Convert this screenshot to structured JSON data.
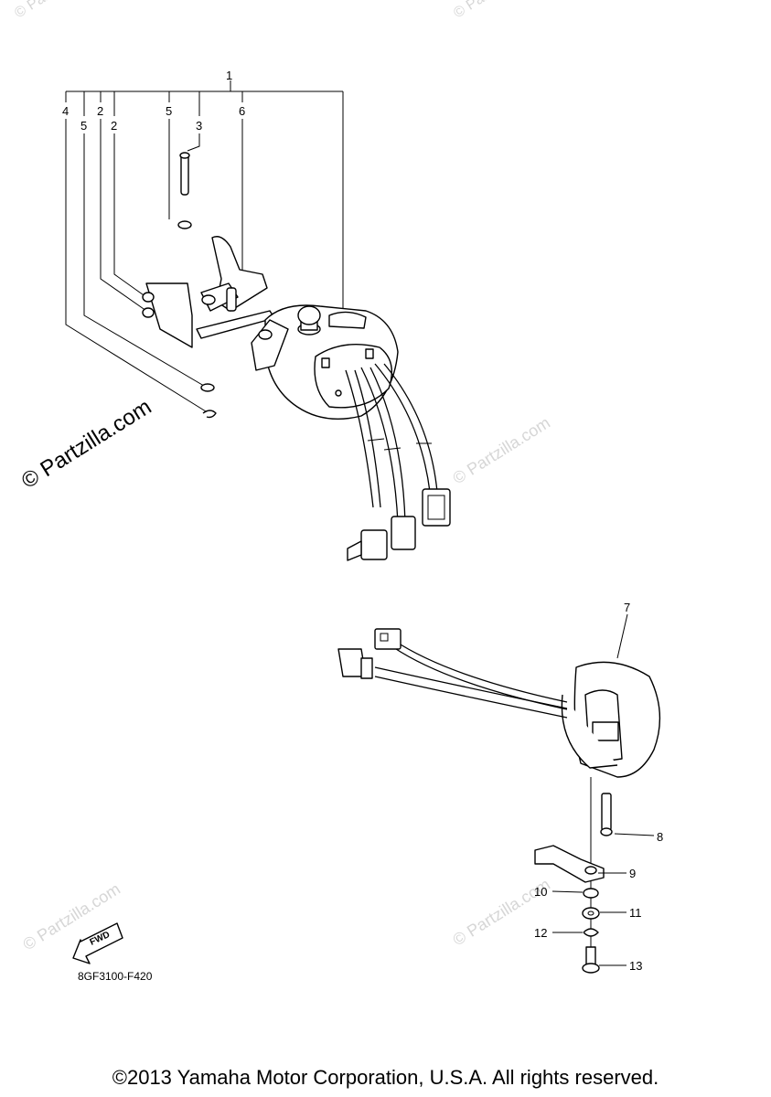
{
  "callouts": [
    "1",
    "2",
    "2",
    "3",
    "4",
    "5",
    "5",
    "6",
    "7",
    "8",
    "9",
    "10",
    "11",
    "12",
    "13"
  ],
  "diagram_code": "8GF3100-F420",
  "fwd_label": "FWD",
  "watermark_main": "© Partzilla.com",
  "watermark_faint": "© Partzilla.com",
  "copyright": "©2013 Yamaha Motor Corporation, U.S.A. All rights reserved."
}
